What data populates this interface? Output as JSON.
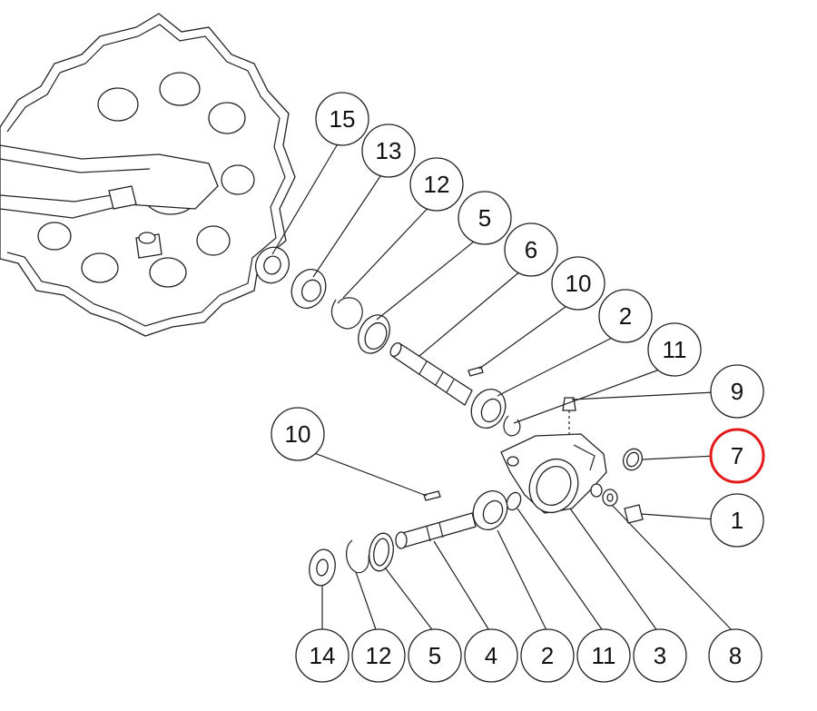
{
  "callouts": [
    {
      "id": "15",
      "label": "15"
    },
    {
      "id": "13",
      "label": "13"
    },
    {
      "id": "12a",
      "label": "12"
    },
    {
      "id": "5a",
      "label": "5"
    },
    {
      "id": "6",
      "label": "6"
    },
    {
      "id": "10a",
      "label": "10"
    },
    {
      "id": "2a",
      "label": "2"
    },
    {
      "id": "11a",
      "label": "11"
    },
    {
      "id": "9",
      "label": "9"
    },
    {
      "id": "7",
      "label": "7",
      "highlighted": true
    },
    {
      "id": "1",
      "label": "1"
    },
    {
      "id": "10b",
      "label": "10"
    },
    {
      "id": "14",
      "label": "14"
    },
    {
      "id": "12b",
      "label": "12"
    },
    {
      "id": "5b",
      "label": "5"
    },
    {
      "id": "4",
      "label": "4"
    },
    {
      "id": "2b",
      "label": "2"
    },
    {
      "id": "11b",
      "label": "11"
    },
    {
      "id": "3",
      "label": "3"
    },
    {
      "id": "8",
      "label": "8"
    }
  ],
  "colors": {
    "line": "#222222",
    "highlight": "#e31b1b",
    "background": "#ffffff"
  }
}
